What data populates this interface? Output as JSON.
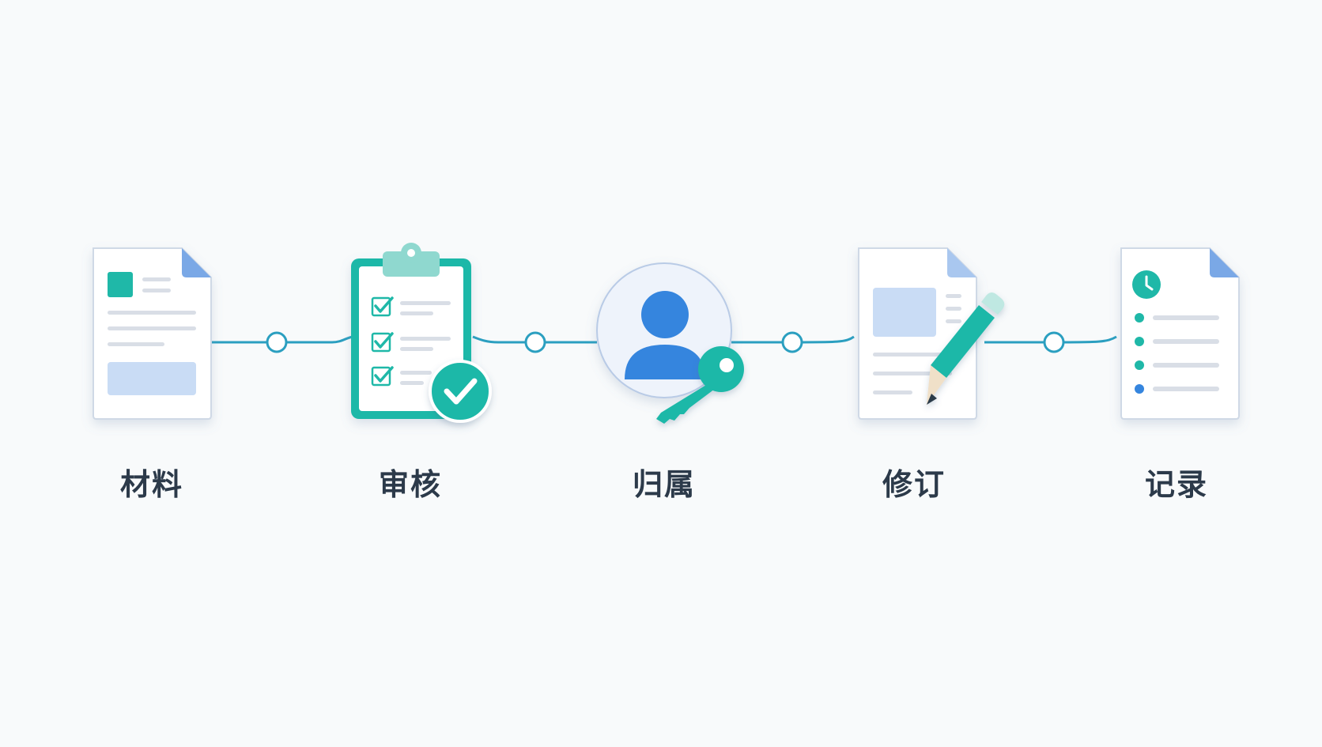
{
  "steps": [
    {
      "label": "材料",
      "icon": "document-icon"
    },
    {
      "label": "审核",
      "icon": "clipboard-checklist-icon"
    },
    {
      "label": "归属",
      "icon": "user-key-icon"
    },
    {
      "label": "修订",
      "icon": "document-pencil-icon"
    },
    {
      "label": "记录",
      "icon": "document-clock-list-icon"
    }
  ],
  "colors": {
    "background": "#f8fafb",
    "teal": "#1fb8a8",
    "blue": "#3585de",
    "light_blue": "#c9dcf5",
    "line": "#2b9fc0",
    "text": "#2c3a4a"
  }
}
